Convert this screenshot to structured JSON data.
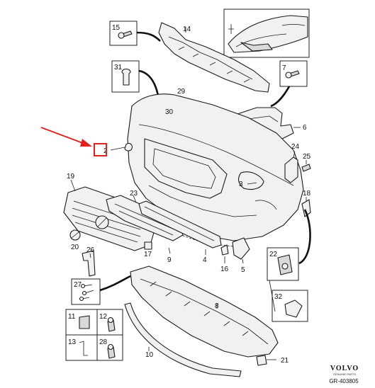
{
  "labels": {
    "p2": "2",
    "p3": "3",
    "p4": "4",
    "p5": "5",
    "p6": "6",
    "p7": "7",
    "p8": "8",
    "p9": "9",
    "p10": "10",
    "p11": "11",
    "p12": "12",
    "p13": "13",
    "p14": "14",
    "p15": "15",
    "p16": "16",
    "p17": "17",
    "p18": "18",
    "p19": "19",
    "p20": "20",
    "p21": "21",
    "p22": "22",
    "p23": "23",
    "p24": "24",
    "p25": "25",
    "p26": "26",
    "p27": "27",
    "p28": "28",
    "p29": "29",
    "p30": "30",
    "p31": "31",
    "p32": "32"
  },
  "brand": {
    "name": "VOLVO",
    "sub": "GENUINE PARTS"
  },
  "reference": "GR-403805",
  "highlight": {
    "color": "#e3211c",
    "target": "2"
  }
}
